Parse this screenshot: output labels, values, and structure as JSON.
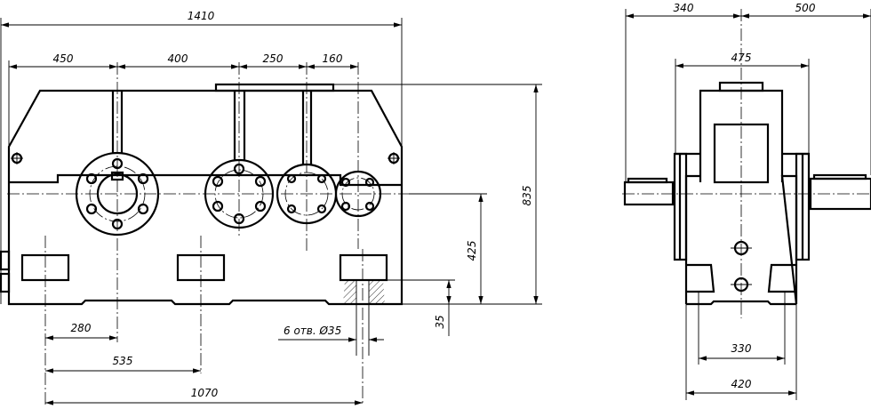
{
  "front_view": {
    "dimensions": {
      "overall_length": "1410",
      "shaft_spacing_1": "450",
      "shaft_spacing_2": "400",
      "shaft_spacing_3": "250",
      "shaft_spacing_4": "160",
      "overall_height": "835",
      "axis_height": "425",
      "base_thickness": "35",
      "foot_hole_1": "280",
      "foot_hole_2": "535",
      "foot_hole_span": "1070"
    },
    "hole_note": "6 отв. Ø35"
  },
  "side_view": {
    "dimensions": {
      "left_shaft": "340",
      "right_shaft": "500",
      "flange_width": "475",
      "foot_spacing": "330",
      "base_width": "420"
    }
  }
}
